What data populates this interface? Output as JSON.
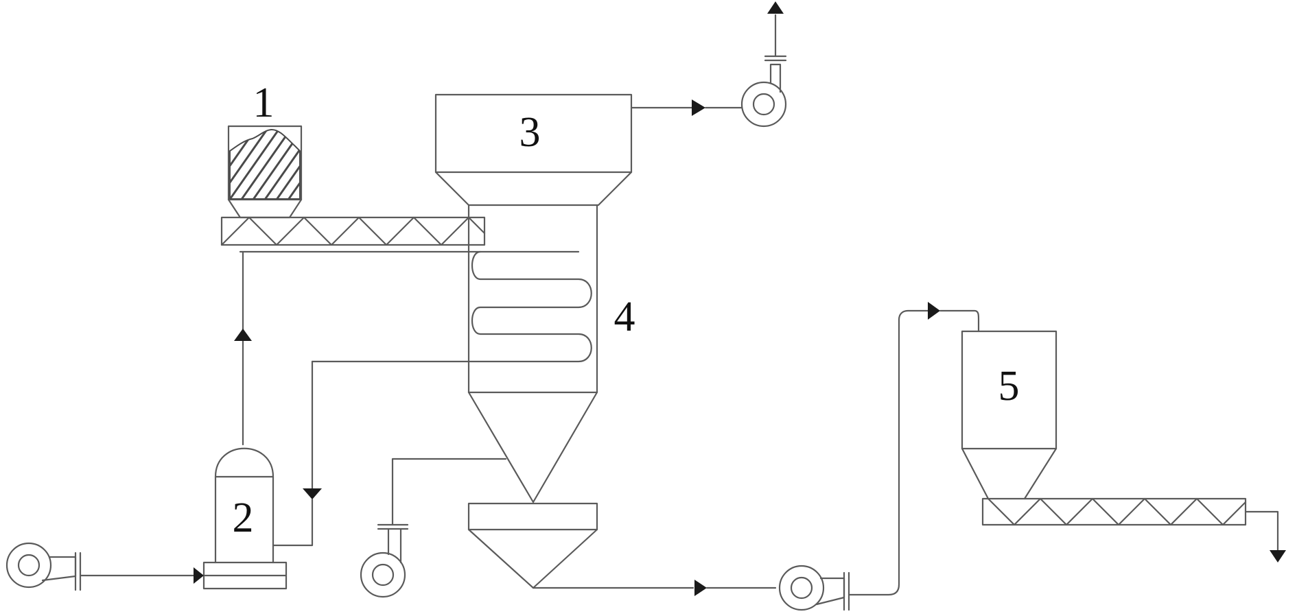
{
  "diagram": {
    "labels": {
      "hopper": "1",
      "heater": "2",
      "cyclone_top": "3",
      "reactor": "4",
      "collector": "5"
    },
    "colors": {
      "stroke": "#5a5a5a",
      "arrow": "#1a1a1a",
      "text": "#111111",
      "background": "#ffffff"
    }
  }
}
